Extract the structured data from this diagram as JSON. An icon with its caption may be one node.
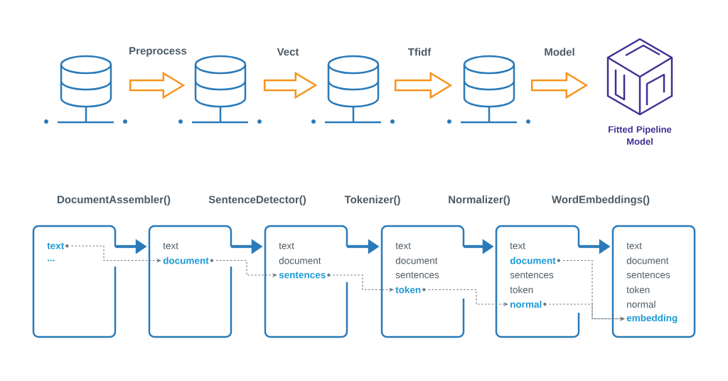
{
  "diagram": {
    "nodes": [
      {
        "text": [],
        "shape": "cylinder"
      },
      {
        "text": [],
        "shape": "cylinder"
      },
      {
        "text": [],
        "shape": "cylinder"
      },
      {
        "text": [],
        "shape": "cylinder"
      },
      {
        "text": [
          "Fitted Pipeline Model"
        ]
      },
      {
        "text": [],
        "shape": "box"
      },
      {
        "text": [
          "text"
        ],
        "in": 5
      },
      {
        "text": [
          "..."
        ],
        "in": 5
      },
      {
        "text": [],
        "shape": "box"
      },
      {
        "text": [
          "text"
        ],
        "in": 8
      },
      {
        "text": [
          "document"
        ],
        "in": 8
      },
      {
        "text": [],
        "shape": "box"
      },
      {
        "text": [
          "text"
        ],
        "in": 11
      },
      {
        "text": [
          "document"
        ],
        "in": 11
      },
      {
        "text": [
          "sentences"
        ],
        "in": 11
      },
      {
        "text": [],
        "shape": "box"
      },
      {
        "text": [
          "text"
        ],
        "in": 15
      },
      {
        "text": [
          "document"
        ],
        "in": 15
      },
      {
        "text": [
          "sentences"
        ],
        "in": 15
      },
      {
        "text": [
          "token"
        ],
        "in": 15
      },
      {
        "text": [],
        "shape": "box"
      },
      {
        "text": [
          "text"
        ],
        "in": 20
      },
      {
        "text": [
          "document"
        ],
        "in": 20
      },
      {
        "text": [
          "sentences"
        ],
        "in": 20
      },
      {
        "text": [
          "token"
        ],
        "in": 20
      },
      {
        "text": [
          "normal"
        ],
        "in": 20
      },
      {
        "text": [],
        "shape": "box"
      },
      {
        "text": [
          "text"
        ],
        "in": 26
      },
      {
        "text": [
          "document"
        ],
        "in": 26
      },
      {
        "text": [
          "sentences"
        ],
        "in": 26
      },
      {
        "text": [
          "token"
        ],
        "in": 26
      },
      {
        "text": [
          "normal"
        ],
        "in": 26
      },
      {
        "text": [
          "embedding"
        ],
        "in": 26
      }
    ],
    "edges": [
      {
        "from": 0,
        "to": 1,
        "arrow": "to",
        "label": "Preprocess",
        "color": "#f7941d"
      },
      {
        "from": 1,
        "to": 2,
        "arrow": "to",
        "label": "Vect",
        "color": "#f7941d"
      },
      {
        "from": 2,
        "to": 3,
        "arrow": "to",
        "label": "Tfidf",
        "color": "#f7941d"
      },
      {
        "from": 3,
        "to": 4,
        "arrow": "to",
        "label": "Model",
        "color": "#f7941d"
      },
      {
        "from": 5,
        "to": 8,
        "arrow": "to",
        "label": "DocumentAssembler()",
        "style": "thick",
        "color": "#2a7ab9"
      },
      {
        "from": 8,
        "to": 11,
        "arrow": "to",
        "label": "SentenceDetector()",
        "style": "thick",
        "color": "#2a7ab9"
      },
      {
        "from": 11,
        "to": 15,
        "arrow": "to",
        "label": "Tokenizer()",
        "style": "thick",
        "color": "#2a7ab9"
      },
      {
        "from": 15,
        "to": 20,
        "arrow": "to",
        "label": "Normalizer()",
        "style": "thick",
        "color": "#2a7ab9"
      },
      {
        "from": 20,
        "to": 26,
        "arrow": "to",
        "label": "WordEmbeddings()",
        "style": "thick",
        "color": "#2a7ab9"
      },
      {
        "from": 6,
        "to": 10,
        "arrow": "to",
        "style": "dashed",
        "color": "#6b7880"
      },
      {
        "from": 10,
        "to": 14,
        "arrow": "to",
        "style": "dashed",
        "color": "#6b7880"
      },
      {
        "from": 14,
        "to": 19,
        "arrow": "to",
        "style": "dashed",
        "color": "#6b7880"
      },
      {
        "from": 19,
        "to": 25,
        "arrow": "to",
        "style": "dashed",
        "color": "#6b7880"
      },
      {
        "from": 22,
        "to": 32,
        "arrow": "to",
        "style": "dashed",
        "color": "#6b7880"
      },
      {
        "from": 25,
        "to": 32,
        "arrow": "to",
        "style": "dashed",
        "color": "#6b7880"
      }
    ]
  }
}
